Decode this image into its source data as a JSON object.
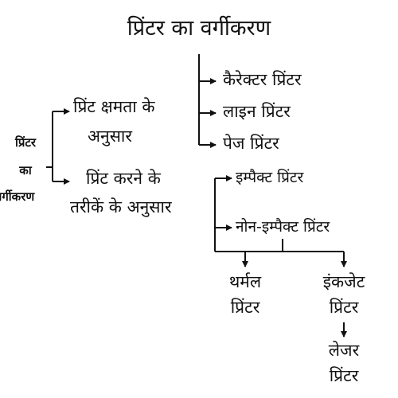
{
  "title": "प्रिंटर का वर्गीकरण",
  "root": {
    "line1": "प्रिंटर",
    "line2": "का",
    "line3": "वर्गीकरण"
  },
  "by_capacity": {
    "line1": "प्रिंट क्षमता के",
    "line2": "अनुसार",
    "items": [
      "कैरेक्टर प्रिंटर",
      "लाइन प्रिंटर",
      "पेज प्रिंटर"
    ]
  },
  "by_method": {
    "line1": "प्रिंट करने के",
    "line2": "तरीकें के अनुसार",
    "items": [
      "इम्पैक्ट प्रिंटर",
      "नोन-इम्पैक्ट प्रिंटर"
    ]
  },
  "non_impact_children": {
    "thermal": {
      "line1": "थर्मल",
      "line2": "प्रिंटर"
    },
    "inkjet": {
      "line1": "इंकजेट",
      "line2": "प्रिंटर"
    },
    "laser": {
      "line1": "लेजर",
      "line2": "प्रिंटर"
    }
  },
  "colors": {
    "line": "#111111",
    "text": "#111111",
    "background": "#ffffff"
  }
}
